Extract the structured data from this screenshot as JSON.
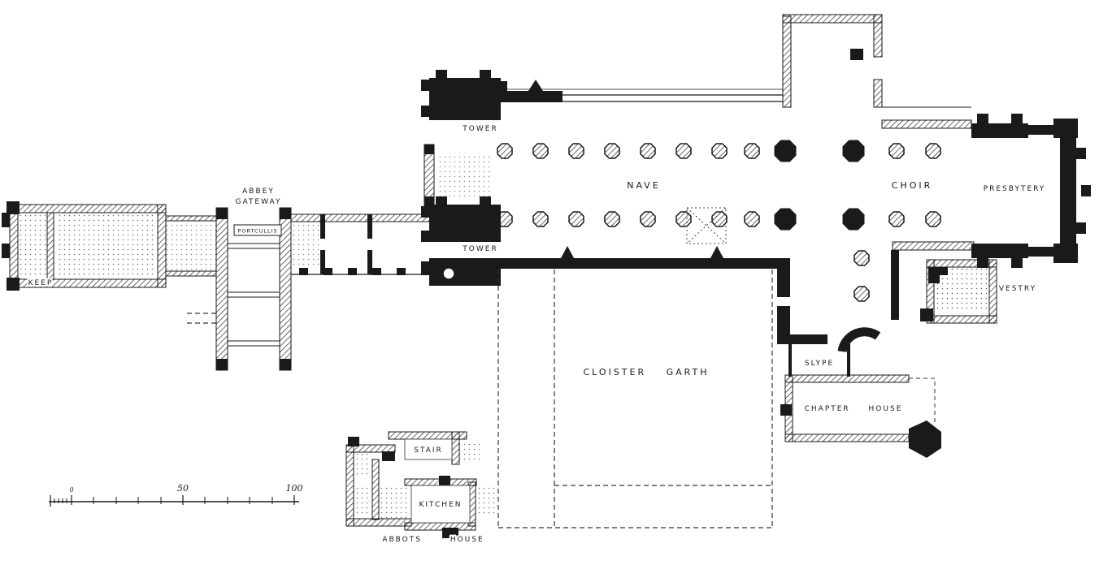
{
  "labels": {
    "keep": "KEEP",
    "abbey_gateway_line1": "ABBEY",
    "abbey_gateway_line2": "GATEWAY",
    "portcullis": "PORTCULLIS",
    "tower_northwest": "TOWER",
    "tower_southwest": "TOWER",
    "nave": "NAVE",
    "choir": "CHOIR",
    "presbytery": "PRESBYTERY",
    "vestry": "VESTRY",
    "slype": "SLYPE",
    "chapter_house": "CHAPTER HOUSE",
    "cloister_garth": "CLOISTER GARTH",
    "stair": "STAIR",
    "kitchen": "KITCHEN",
    "abbots_house": "ABBOTS HOUSE"
  },
  "scale_bar": {
    "tick_0": "0",
    "tick_50": "50",
    "tick_100": "100"
  },
  "colors": {
    "ink": "#1a1a1a",
    "paper": "#ffffff"
  }
}
